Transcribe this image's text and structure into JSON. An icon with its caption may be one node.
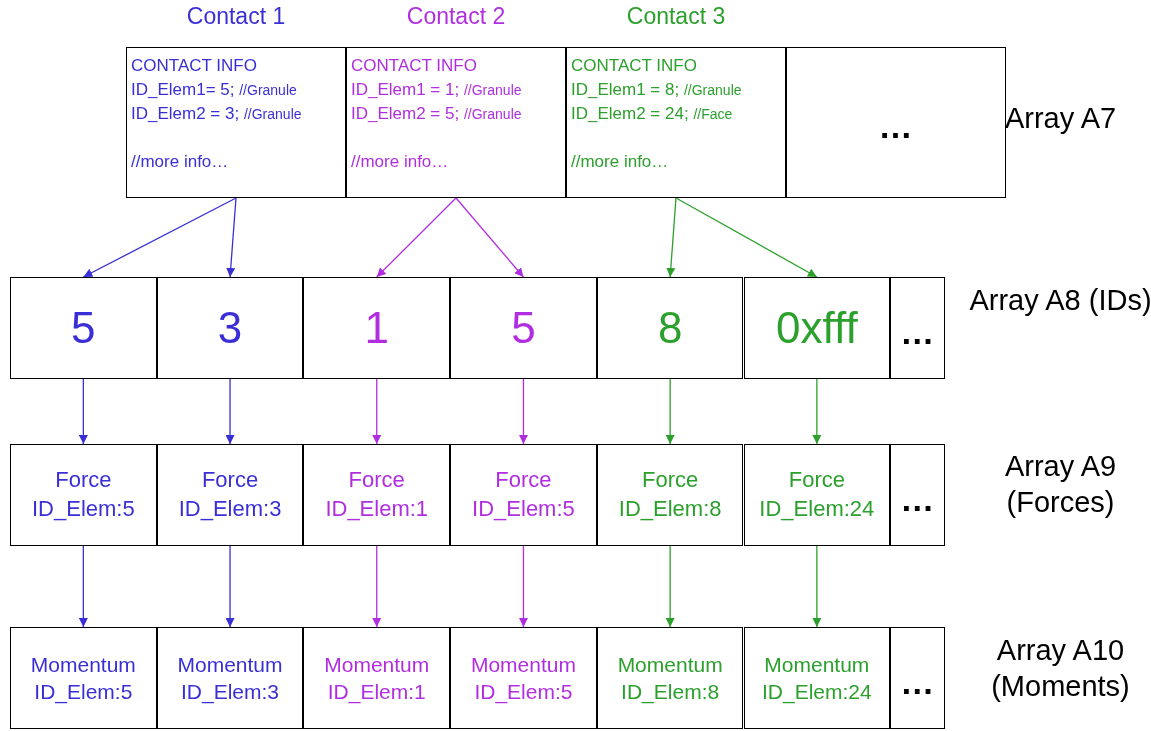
{
  "diagram": {
    "nodes": [
      {
        "text": [
          "Contact 1",
          "CONTACT INFO",
          "ID_Elem1= 5;",
          "//Granule",
          "ID_Elem2 = 3;",
          "//Granule",
          "//more info…"
        ]
      },
      {
        "text": [
          "Contact 2",
          "CONTACT INFO",
          "ID_Elem1 = 1;",
          "//Granule",
          "ID_Elem2 = 5;",
          "//Granule",
          "//more info…"
        ]
      },
      {
        "text": [
          "Contact 3",
          "CONTACT INFO",
          "ID_Elem1 = 8;",
          "//Granule",
          "ID_Elem2 = 24;",
          "//Face",
          "//more info…"
        ]
      },
      {
        "text": [
          "…"
        ]
      },
      {
        "text": [
          "5"
        ]
      },
      {
        "text": [
          "3"
        ]
      },
      {
        "text": [
          "1"
        ]
      },
      {
        "text": [
          "5"
        ]
      },
      {
        "text": [
          "8"
        ]
      },
      {
        "text": [
          "0xfff"
        ]
      },
      {
        "text": [
          "…"
        ]
      },
      {
        "text": [
          "Force",
          "ID_Elem:5"
        ]
      },
      {
        "text": [
          "Force",
          "ID_Elem:3"
        ]
      },
      {
        "text": [
          "Force",
          "ID_Elem:1"
        ]
      },
      {
        "text": [
          "Force",
          "ID_Elem:5"
        ]
      },
      {
        "text": [
          "Force",
          "ID_Elem:8"
        ]
      },
      {
        "text": [
          "Force",
          "ID_Elem:24"
        ]
      },
      {
        "text": [
          "…"
        ]
      },
      {
        "text": [
          "Momentum",
          "ID_Elem:5"
        ]
      },
      {
        "text": [
          "Momentum",
          "ID_Elem:3"
        ]
      },
      {
        "text": [
          "Momentum",
          "ID_Elem:1"
        ]
      },
      {
        "text": [
          "Momentum",
          "ID_Elem:5"
        ]
      },
      {
        "text": [
          "Momentum",
          "ID_Elem:8"
        ]
      },
      {
        "text": [
          "Momentum",
          "ID_Elem:24"
        ]
      },
      {
        "text": [
          "…"
        ]
      }
    ],
    "edges": [
      {
        "from": 0,
        "to": 4,
        "arrow": "to",
        "color": "#3a2fd6"
      },
      {
        "from": 0,
        "to": 5,
        "arrow": "to",
        "color": "#3a2fd6"
      },
      {
        "from": 1,
        "to": 6,
        "arrow": "to",
        "color": "#b12ee0"
      },
      {
        "from": 1,
        "to": 7,
        "arrow": "to",
        "color": "#b12ee0"
      },
      {
        "from": 2,
        "to": 8,
        "arrow": "to",
        "color": "#2ca02c"
      },
      {
        "from": 2,
        "to": 9,
        "arrow": "to",
        "color": "#2ca02c"
      },
      {
        "from": 4,
        "to": 11,
        "arrow": "to",
        "color": "#3a2fd6"
      },
      {
        "from": 5,
        "to": 12,
        "arrow": "to",
        "color": "#3a2fd6"
      },
      {
        "from": 6,
        "to": 13,
        "arrow": "to",
        "color": "#b12ee0"
      },
      {
        "from": 7,
        "to": 14,
        "arrow": "to",
        "color": "#b12ee0"
      },
      {
        "from": 8,
        "to": 15,
        "arrow": "to",
        "color": "#2ca02c"
      },
      {
        "from": 9,
        "to": 16,
        "arrow": "to",
        "color": "#2ca02c"
      },
      {
        "from": 11,
        "to": 18,
        "arrow": "to",
        "color": "#3a2fd6"
      },
      {
        "from": 12,
        "to": 19,
        "arrow": "to",
        "color": "#3a2fd6"
      },
      {
        "from": 13,
        "to": 20,
        "arrow": "to",
        "color": "#b12ee0"
      },
      {
        "from": 14,
        "to": 21,
        "arrow": "to",
        "color": "#b12ee0"
      },
      {
        "from": 15,
        "to": 22,
        "arrow": "to",
        "color": "#2ca02c"
      },
      {
        "from": 16,
        "to": 23,
        "arrow": "to",
        "color": "#2ca02c"
      }
    ],
    "labels": [
      "Array A7",
      "Array A8 (IDs)",
      "Array A9 (Forces)",
      "Array A10 (Moments)"
    ]
  }
}
